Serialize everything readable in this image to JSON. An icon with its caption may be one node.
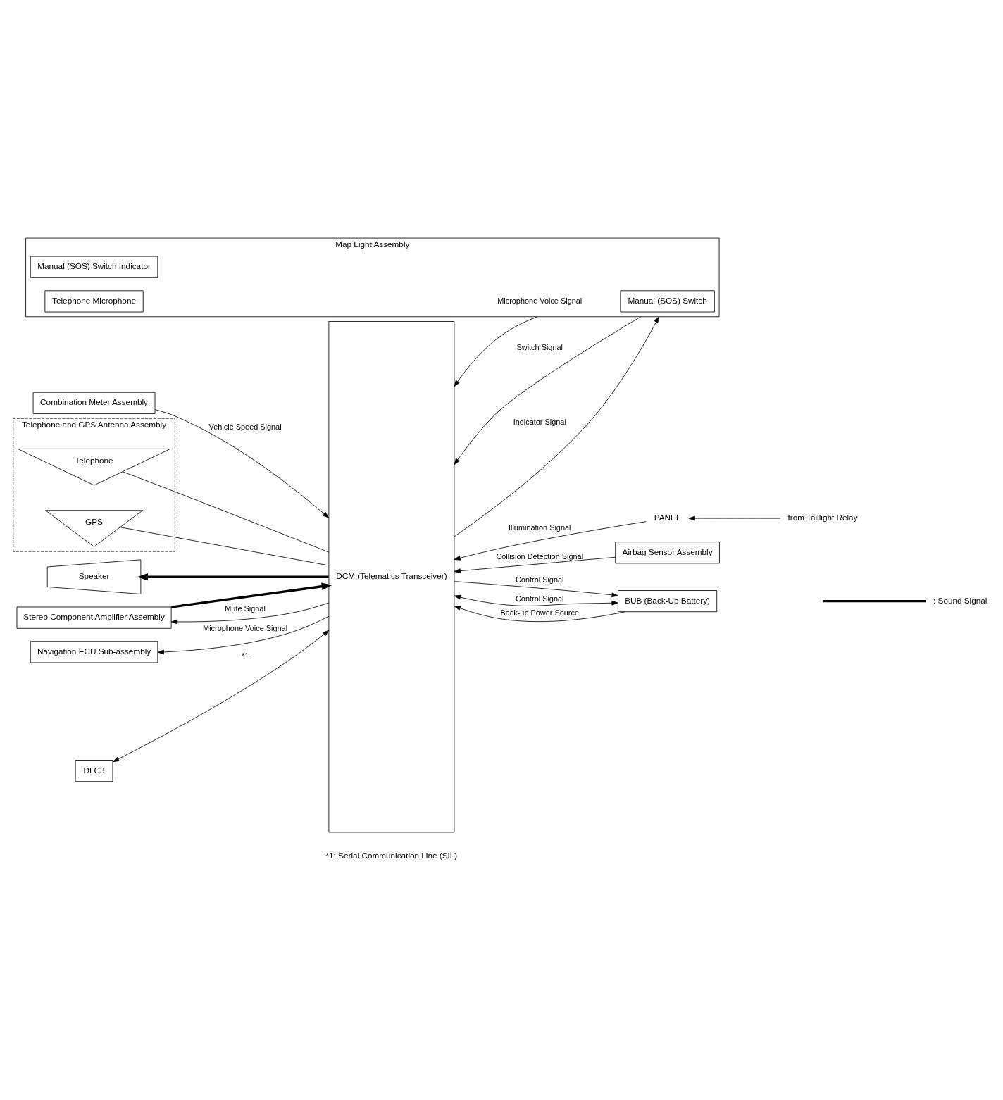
{
  "diagram": {
    "nodes": [
      {
        "text": [
          "Telephone and GPS Antenna Assembly"
        ]
      },
      {
        "text": [
          "Telephone"
        ],
        "in": 0
      },
      {
        "text": [
          "GPS"
        ],
        "in": 0
      },
      {
        "text": [
          "Speaker"
        ]
      },
      {
        "text": [
          "DCM (Telematics Transceiver)"
        ]
      },
      {
        "text": [
          "Stereo Component Amplifier Assembly"
        ]
      },
      {
        "text": [
          "Navigation ECU Sub-assembly"
        ]
      },
      {
        "text": [
          "Combination Meter Assembly"
        ]
      },
      {
        "text": [
          "DLC3"
        ]
      },
      {
        "text": [
          "PANEL"
        ]
      },
      {
        "text": [
          "from Taillight Relay"
        ]
      },
      {
        "text": [
          "Airbag Sensor Assembly"
        ]
      },
      {
        "text": [
          "Map Light Assembly"
        ]
      },
      {
        "text": [
          "Manual (SOS) Switch"
        ],
        "in": 12
      },
      {
        "text": [
          "Manual (SOS) Switch Indicator"
        ],
        "in": 12
      },
      {
        "text": [
          "Telephone Microphone"
        ],
        "in": 12
      },
      {
        "text": [
          "BUB (Back-Up Battery)"
        ]
      }
    ],
    "edges": [
      {
        "from": 1,
        "to": 4,
        "arrow": "none"
      },
      {
        "from": 2,
        "to": 4,
        "arrow": "none"
      },
      {
        "from": 4,
        "to": 3,
        "arrow": "to",
        "style": "thick"
      },
      {
        "from": 5,
        "to": 4,
        "arrow": "to",
        "style": "thick"
      },
      {
        "from": 4,
        "to": 5,
        "arrow": "to",
        "label": "Mute Signal"
      },
      {
        "from": 4,
        "to": 6,
        "arrow": "to",
        "label": "Microphone Voice Signal"
      },
      {
        "from": 7,
        "to": 4,
        "arrow": "to",
        "label": "Vehicle Speed Signal"
      },
      {
        "from": 8,
        "to": 4,
        "arrow": "both",
        "label": "*1"
      },
      {
        "from": 10,
        "to": 9,
        "arrow": "to"
      },
      {
        "from": 9,
        "to": 4,
        "arrow": "to",
        "label": "Illumination Signal"
      },
      {
        "from": 11,
        "to": 4,
        "arrow": "to",
        "label": "Collision Detection Signal"
      },
      {
        "from": 12,
        "to": 4,
        "arrow": "to",
        "label": "Switch Signal"
      },
      {
        "from": 4,
        "to": 12,
        "arrow": "to",
        "label": "Indicator Signal"
      },
      {
        "from": 12,
        "to": 4,
        "arrow": "to",
        "label": "Microphone Voice Signal"
      },
      {
        "from": 4,
        "to": 16,
        "arrow": "to",
        "label": "Control Signal"
      },
      {
        "from": 4,
        "to": 16,
        "arrow": "both",
        "label": "Control Signal"
      },
      {
        "from": 16,
        "to": 4,
        "arrow": "to",
        "label": "Back-up Power Source"
      }
    ],
    "labels": [
      "*1: Serial Communication Line (SIL)"
    ],
    "legend": [
      {
        "text": ": Sound Signal"
      }
    ]
  }
}
